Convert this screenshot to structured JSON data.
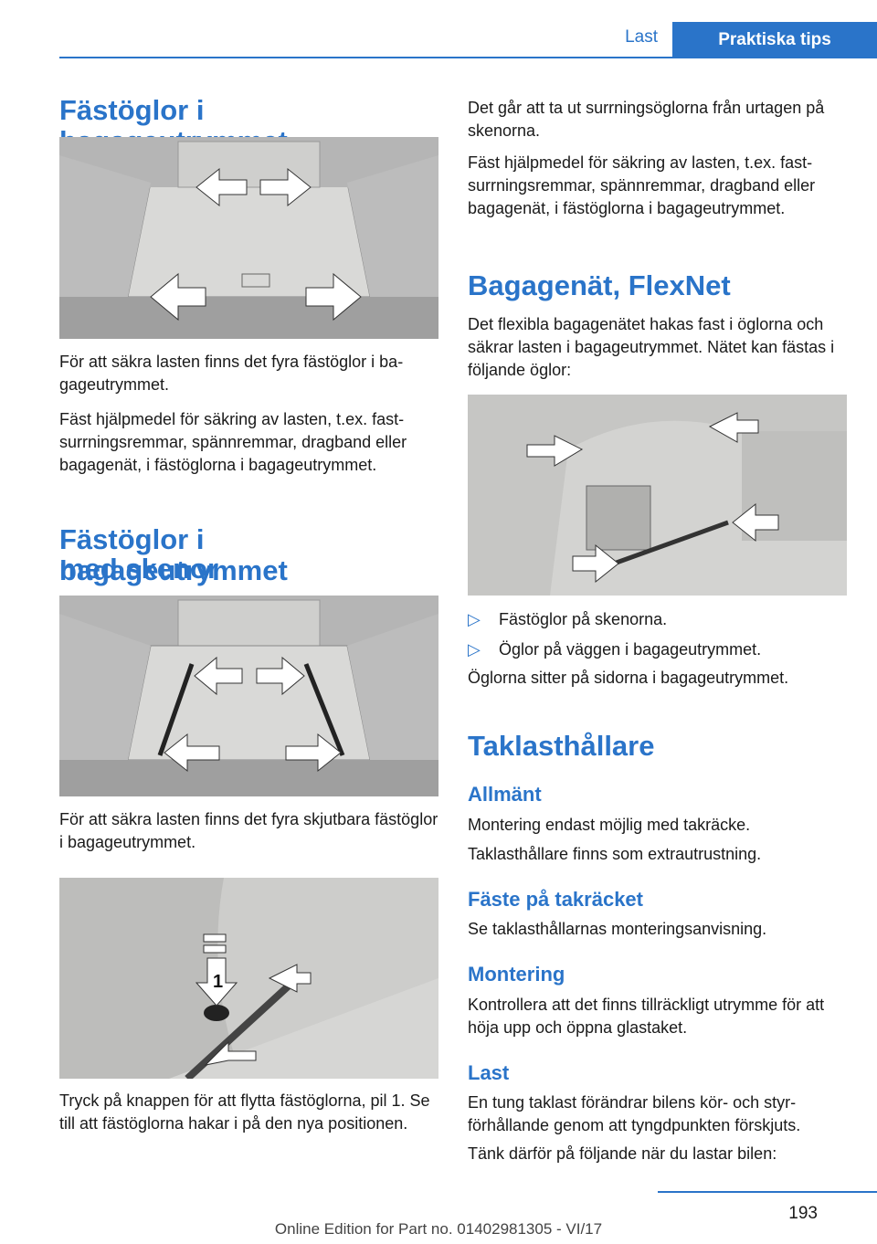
{
  "header": {
    "tab_last": "Last",
    "tab_tips": "Praktiska tips"
  },
  "left": {
    "h1_a": "Fästöglor i bagageutrymmet",
    "p1": "För att säkra lasten finns det fyra fästöglor i ba­gageutrymmet.",
    "p2": "Fäst hjälpmedel för säkring av lasten, t.ex. fast­surrningsremmar, spännremmar, dragband el­ler bagagenät, i fästöglorna i bagageutrymmet.",
    "h1_b_line1": "Fästöglor i bagageutrymmet",
    "h1_b_line2": "med skenor",
    "p3": "För att säkra lasten finns det fyra skjutbara fäs­töglor i bagageutrymmet.",
    "p4": "Tryck på knappen för att flytta fästöglorna, pil 1. Se till att fästöglorna hakar i på den nya positionen.",
    "img3_label": "1"
  },
  "right": {
    "p1": "Det går att ta ut surrningsöglorna från urtagen på skenorna.",
    "p2": "Fäst hjälpmedel för säkring av lasten, t.ex. fast­surrningsremmar, spännremmar, dragband el­ler bagagenät, i fästöglorna i bagageutrymmet.",
    "h1_flexnet": "Bagagenät, FlexNet",
    "p3": "Det flexibla bagagenätet hakas fast i öglorna och säkrar lasten i bagageutrymmet. Nätet kan fästas i följande öglor:",
    "bullets": [
      "Fästöglor på skenorna.",
      "Öglor på väggen i bagageutrymmet."
    ],
    "p4": "Öglorna sitter på sidorna i bagageutrymmet.",
    "h1_roof": "Taklasthållare",
    "h2_general": "Allmänt",
    "p5": "Montering endast möjlig med takräcke.",
    "p6": "Taklasthållare finns som extrautrustning.",
    "h2_fix": "Fäste på takräcket",
    "p7": "Se taklasthållarnas monteringsanvisning.",
    "h2_mount": "Montering",
    "p8": "Kontrollera att det finns tillräckligt utrymme för att höja upp och öppna glastaket.",
    "h2_load": "Last",
    "p9": "En tung taklast förändrar bilens kör- och styr­förhållande genom att tyngdpunkten förskjuts.",
    "p10": "Tänk därför på följande när du lastar bilen:"
  },
  "footer": {
    "page_number": "193",
    "edition": "Online Edition for Part no. 01402981305 - VI/17"
  },
  "colors": {
    "accent": "#2a74c9"
  }
}
